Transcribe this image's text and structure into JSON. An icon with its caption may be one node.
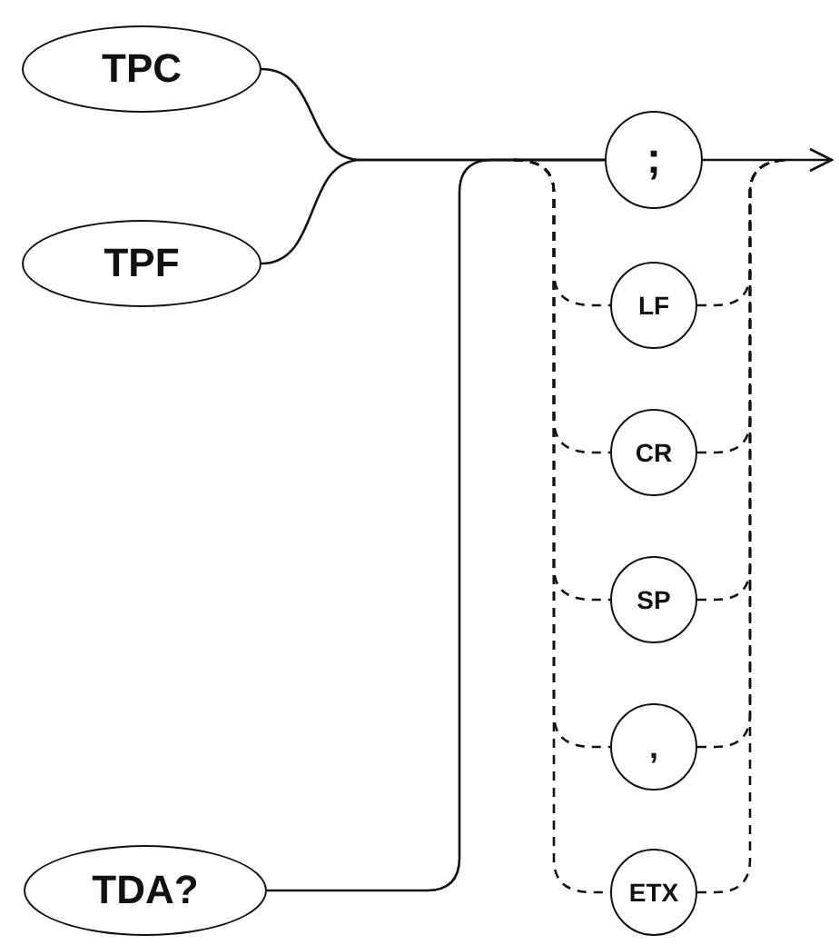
{
  "diagram": {
    "nodes": [
      {
        "text": [
          "TPC"
        ]
      },
      {
        "text": [
          "TPF"
        ]
      },
      {
        "text": [
          "TDA?"
        ]
      },
      {
        "text": [
          ";"
        ]
      },
      {
        "text": [
          "LF"
        ]
      },
      {
        "text": [
          "CR"
        ]
      },
      {
        "text": [
          "SP"
        ]
      },
      {
        "text": [
          ","
        ]
      },
      {
        "text": [
          "ETX"
        ]
      }
    ],
    "edges": [
      {
        "from": 0,
        "to": 3,
        "arrow": "none"
      },
      {
        "from": 1,
        "to": 3,
        "arrow": "none"
      },
      {
        "from": 2,
        "to": 3,
        "arrow": "none"
      },
      {
        "from": 3,
        "to": null,
        "arrow": "to"
      },
      {
        "from": null,
        "to": 4,
        "arrow": "none",
        "style": "dashed"
      },
      {
        "from": null,
        "to": 5,
        "arrow": "none",
        "style": "dashed"
      },
      {
        "from": null,
        "to": 6,
        "arrow": "none",
        "style": "dashed"
      },
      {
        "from": null,
        "to": 7,
        "arrow": "none",
        "style": "dashed"
      },
      {
        "from": null,
        "to": 8,
        "arrow": "none",
        "style": "dashed"
      },
      {
        "from": 4,
        "to": null,
        "arrow": "none",
        "style": "dashed"
      },
      {
        "from": 5,
        "to": null,
        "arrow": "none",
        "style": "dashed"
      },
      {
        "from": 6,
        "to": null,
        "arrow": "none",
        "style": "dashed"
      },
      {
        "from": 7,
        "to": null,
        "arrow": "none",
        "style": "dashed"
      },
      {
        "from": 8,
        "to": null,
        "arrow": "none",
        "style": "dashed"
      }
    ]
  }
}
